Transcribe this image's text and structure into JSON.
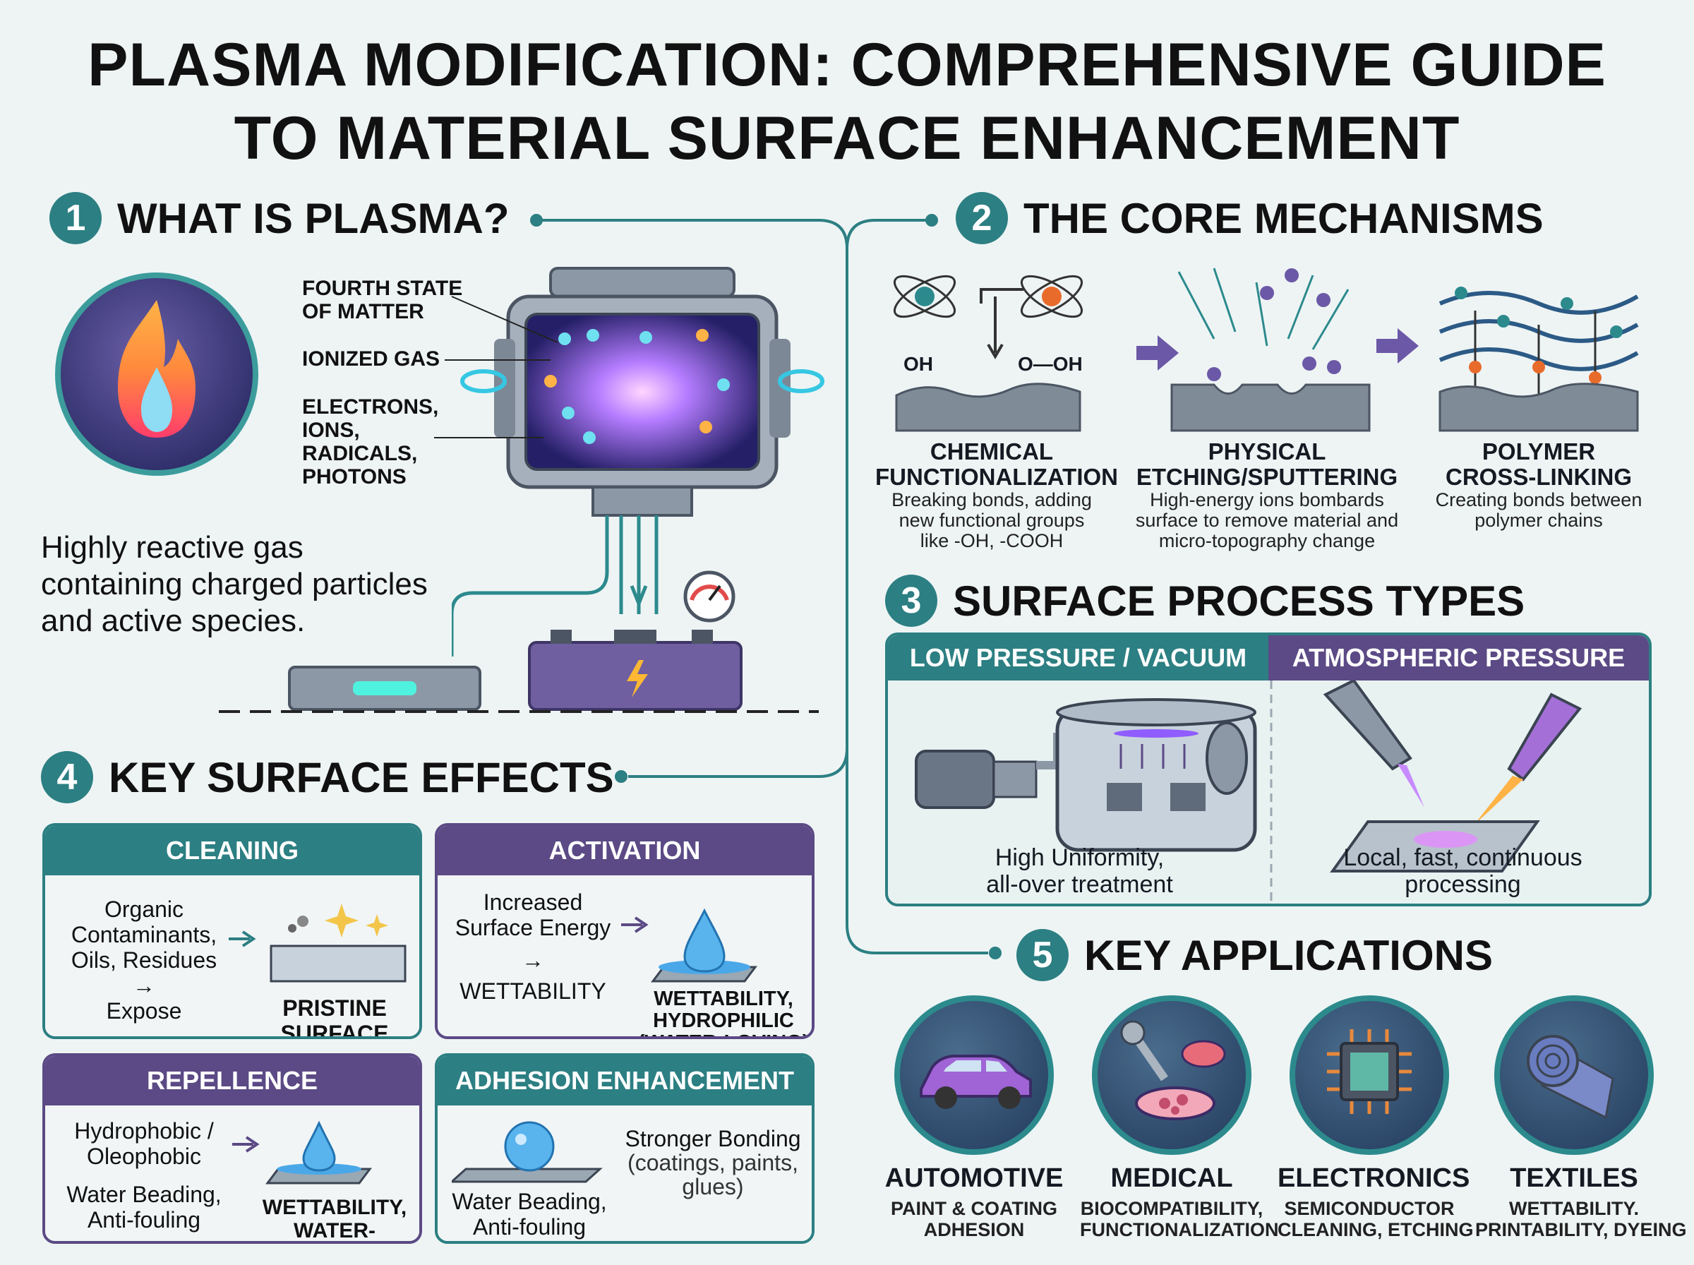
{
  "title": {
    "line1": "PLASMA MODIFICATION: COMPREHENSIVE GUIDE",
    "line2": "TO MATERIAL SURFACE ENHANCEMENT"
  },
  "sections": {
    "s1": {
      "num": "1",
      "title": "WHAT IS PLASMA?"
    },
    "s2": {
      "num": "2",
      "title": "THE CORE MECHANISMS"
    },
    "s3": {
      "num": "3",
      "title": "SURFACE PROCESS TYPES"
    },
    "s4": {
      "num": "4",
      "title": "KEY SURFACE EFFECTS"
    },
    "s5": {
      "num": "5",
      "title": "KEY APPLICATIONS"
    }
  },
  "plasma": {
    "labels": {
      "fourth_1": "FOURTH STATE",
      "fourth_2": "OF MATTER",
      "ionized": "IONIZED GAS",
      "p1": "ELECTRONS,",
      "p2": "IONS,",
      "p3": "RADICALS,",
      "p4": "PHOTONS"
    },
    "description": {
      "l1": "Highly reactive gas",
      "l2": "containing charged particles",
      "l3": "and active species."
    }
  },
  "mechanisms": {
    "chem": {
      "oh_left": "OH",
      "oh_right": "O—OH",
      "title_1": "CHEMICAL",
      "title_2": "FUNCTIONALIZATION",
      "desc_1": "Breaking bonds, adding",
      "desc_2": "new functional groups",
      "desc_3": "like   -OH, -COOH"
    },
    "phys": {
      "title_1": "PHYSICAL",
      "title_2": "ETCHING/SPUTTERING",
      "desc_1": "High-energy ions bombards",
      "desc_2": "surface to remove material and",
      "desc_3": "micro-topography change"
    },
    "poly": {
      "title_1": "POLYMER",
      "title_2": "CROSS-LINKING",
      "desc_1": "Creating bonds between",
      "desc_2": "polymer chains"
    }
  },
  "process": {
    "low_head": "LOW PRESSURE / VACUUM",
    "atm_head": "ATMOSPHERIC PRESSURE",
    "low_desc_1": "High Uniformity,",
    "low_desc_2": "all-over treatment",
    "atm_desc_1": "Local, fast, continuous",
    "atm_desc_2": "processing"
  },
  "effects": {
    "cleaning": {
      "head": "CLEANING",
      "t1": "Organic",
      "t2": "Contaminants,",
      "t3": "Oils, Residues",
      "arrow": "→",
      "t4": "Expose",
      "r1": "PRISTINE",
      "r2": "SURFACE"
    },
    "activation": {
      "head": "ACTIVATION",
      "t1": "Increased",
      "t2": "Surface Energy",
      "arrow": "→",
      "t3": "WETTABILITY",
      "r1": "WETTABILITY,",
      "r2": "HYDROPHILIC",
      "r3": "(WATER-LOVING)"
    },
    "repellence": {
      "head": "REPELLENCE",
      "t1": "Hydrophobic /",
      "t2": "Oleophobic",
      "t3": "Water Beading,",
      "t4": "Anti-fouling",
      "r1": "WETTABILITY,",
      "r2": "WATER-LOVING)"
    },
    "adhesion": {
      "head": "ADHESION ENHANCEMENT",
      "t1": "Water Beading,",
      "t2": "Anti-fouling",
      "r1": "Stronger Bonding",
      "r2": "(coatings, paints,",
      "r3": "glues)"
    }
  },
  "applications": [
    {
      "title": "AUTOMOTIVE",
      "d1": "PAINT & COATING",
      "d2": "ADHESION"
    },
    {
      "title": "MEDICAL",
      "d1": "BIOCOMPATIBILITY,",
      "d2": "FUNCTIONALIZATION"
    },
    {
      "title": "ELECTRONICS",
      "d1": "SEMICONDUCTOR",
      "d2": "CLEANING, ETCHING"
    },
    {
      "title": "TEXTILES",
      "d1": "WETTABILITY.",
      "d2": "PRINTABILITY, DYEING"
    }
  ],
  "colors": {
    "teal": "#2c7f82",
    "purple": "#5b4a85",
    "background": "#eef4f4"
  }
}
